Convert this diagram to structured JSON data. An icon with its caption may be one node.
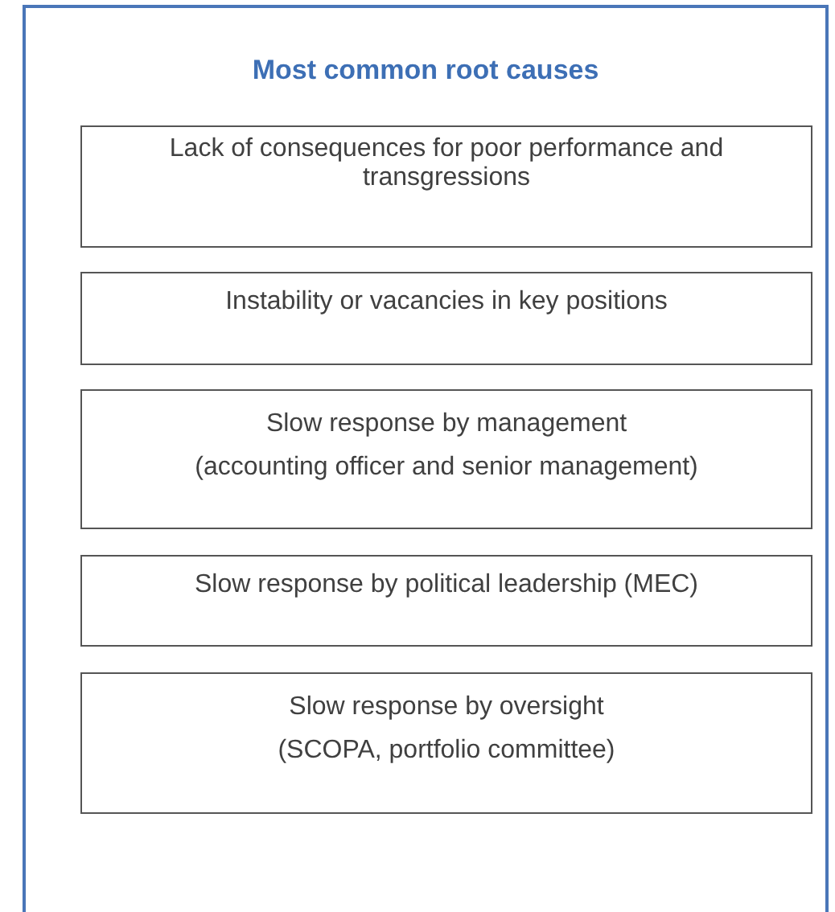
{
  "diagram": {
    "nodes": [
      {
        "text": [
          "Most common root causes"
        ]
      },
      {
        "text": [
          "Lack of consequences for poor performance and transgressions"
        ],
        "in": 0
      },
      {
        "text": [
          "Instability or vacancies in key positions"
        ],
        "in": 0
      },
      {
        "text": [
          "Slow response by management",
          "(accounting officer and senior management)"
        ],
        "in": 0
      },
      {
        "text": [
          "Slow response by political leadership (MEC)"
        ],
        "in": 0
      },
      {
        "text": [
          "Slow response by oversight",
          "(SCOPA, portfolio committee)"
        ],
        "in": 0
      }
    ]
  }
}
